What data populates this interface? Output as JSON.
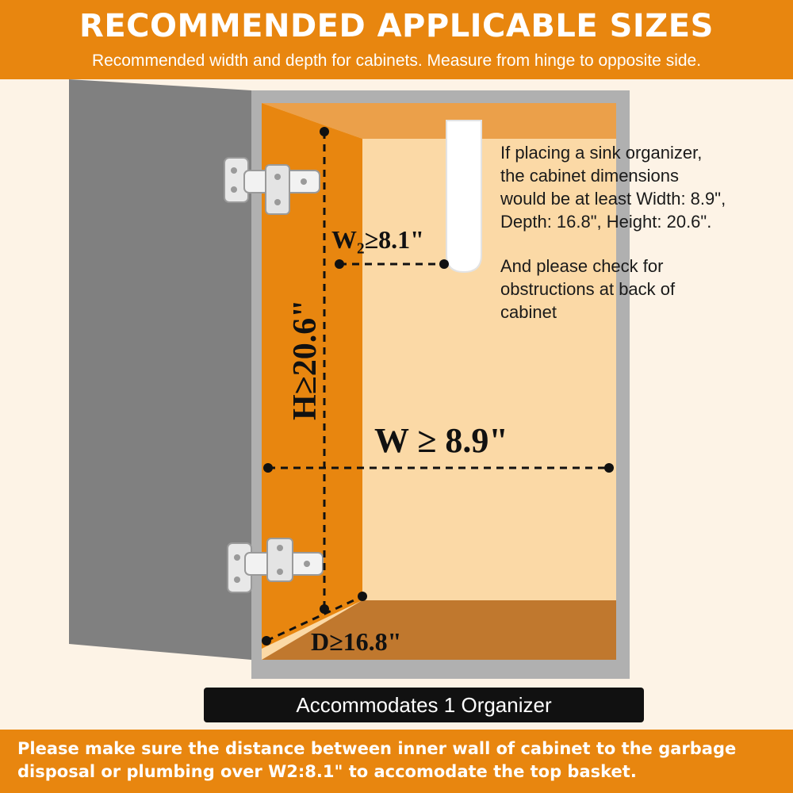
{
  "header": {
    "title": "RECOMMENDED APPLICABLE SIZES",
    "subtitle": "Recommended width and depth for cabinets. Measure from hinge to opposite side."
  },
  "diagram": {
    "labels": {
      "w2": "W₂≥8.1\"",
      "height": "H≥20.6\"",
      "width": "W ≥ 8.9\"",
      "depth": "D≥16.8\""
    },
    "colors": {
      "cabinet_side_wall": "#e8860f",
      "cabinet_interior": "#fbd9a6",
      "cabinet_frame": "#b0b0b0",
      "door": "#808080",
      "bottom_shelf": "#c0782e",
      "top_wall": "#eba04a"
    },
    "icons": [
      "hinge-icon",
      "hinge-icon",
      "pipe-icon"
    ]
  },
  "notes": {
    "sink_organizer": "If placing a sink organizer,\nthe cabinet dimensions\nwould be at least Width: 8.9\",\nDepth: 16.8\", Height: 20.6\".",
    "obstructions": "And please check for\nobstructions at back of\ncabinet"
  },
  "badge": {
    "label": "Accommodates 1 Organizer"
  },
  "footer": {
    "text": "Please make sure the distance between inner wall of cabinet to the garbage\ndisposal or plumbing over W2:8.1\" to accomodate the top basket."
  }
}
